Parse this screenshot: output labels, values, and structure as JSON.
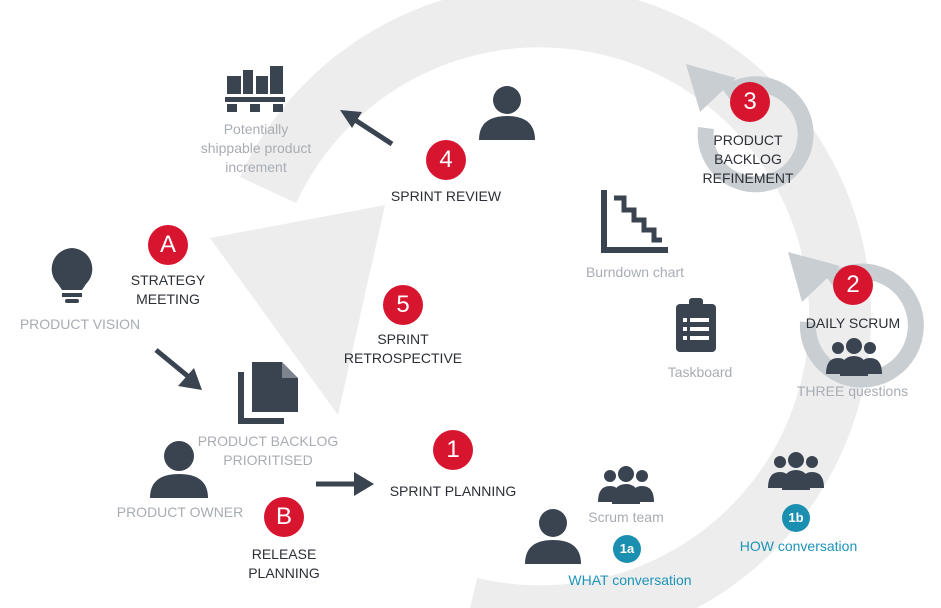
{
  "colors": {
    "accent_red": "#d8152f",
    "accent_blue": "#1b8fb0",
    "icon_dark": "#3a4350",
    "label_grey": "#a8adb3",
    "cycle_arrow": "#ececec"
  },
  "badges": {
    "a": "A",
    "b": "B",
    "one": "1",
    "one_a": "1a",
    "one_b": "1b",
    "two": "2",
    "three": "3",
    "four": "4",
    "five": "5"
  },
  "labels": {
    "potentially_line1": "Potentially",
    "potentially_line2": "shippable product",
    "potentially_line3": "increment",
    "sprint_review": "SPRINT REVIEW",
    "pbr_line1": "PRODUCT",
    "pbr_line2": "BACKLOG",
    "pbr_line3": "REFINEMENT",
    "strategy_line1": "STRATEGY",
    "strategy_line2": "MEETING",
    "product_vision": "PRODUCT VISION",
    "burndown_chart": "Burndown chart",
    "retro_line1": "SPRINT",
    "retro_line2": "RETROSPECTIVE",
    "daily_scrum": "DAILY SCRUM",
    "taskboard": "Taskboard",
    "three_questions": "THREE questions",
    "backlog_line1": "PRODUCT BACKLOG",
    "backlog_line2": "PRIORITISED",
    "sprint_planning": "SPRINT PLANNING",
    "product_owner": "PRODUCT OWNER",
    "release_line1": "RELEASE",
    "release_line2": "PLANNING",
    "scrum_team": "Scrum team",
    "how_conversation": "HOW conversation",
    "what_conversation": "WHAT conversation"
  },
  "icons": [
    "pallet-boxes-icon",
    "person-icon",
    "lightbulb-icon",
    "documents-icon",
    "burndown-chart-icon",
    "clipboard-icon",
    "group-icon",
    "cycle-arrow-icon",
    "arrow-icon"
  ]
}
